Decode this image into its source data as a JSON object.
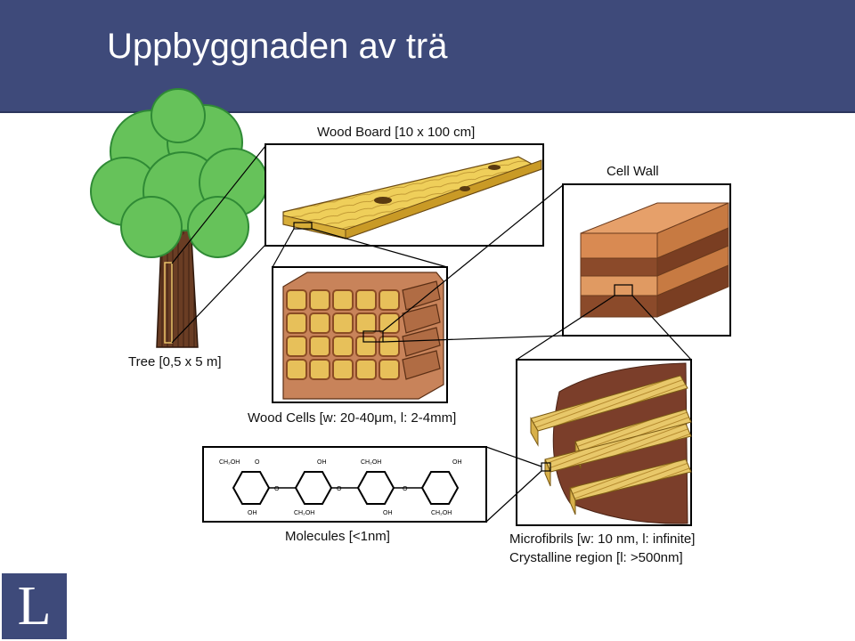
{
  "slide": {
    "title": "Uppbyggnaden av trä"
  },
  "labels": {
    "tree": "Tree [0,5 x 5 m]",
    "wood_board": "Wood Board [10 x 100 cm]",
    "cell_wall": "Cell Wall",
    "wood_cells": "Wood Cells [w: 20-40μm, l: 2-4mm]",
    "molecules": "Molecules [<1nm]",
    "microfibrils_line1": "Microfibrils [w: 10 nm, l: infinite]",
    "microfibrils_line2": "Crystalline region [l: >500nm]"
  },
  "molecule_text": {
    "ch2oh": "CH₂OH",
    "oh": "OH",
    "o": "O"
  },
  "logo": {
    "letter": "L"
  },
  "colors": {
    "header": "#3e4a7a",
    "foliage": "#5fbf55",
    "trunk": "#6a3d24",
    "board": "#efcf5a",
    "cell_wall": "#d98a52",
    "wood_cells": "#b9774c",
    "microfibril": "#e8c86a"
  }
}
